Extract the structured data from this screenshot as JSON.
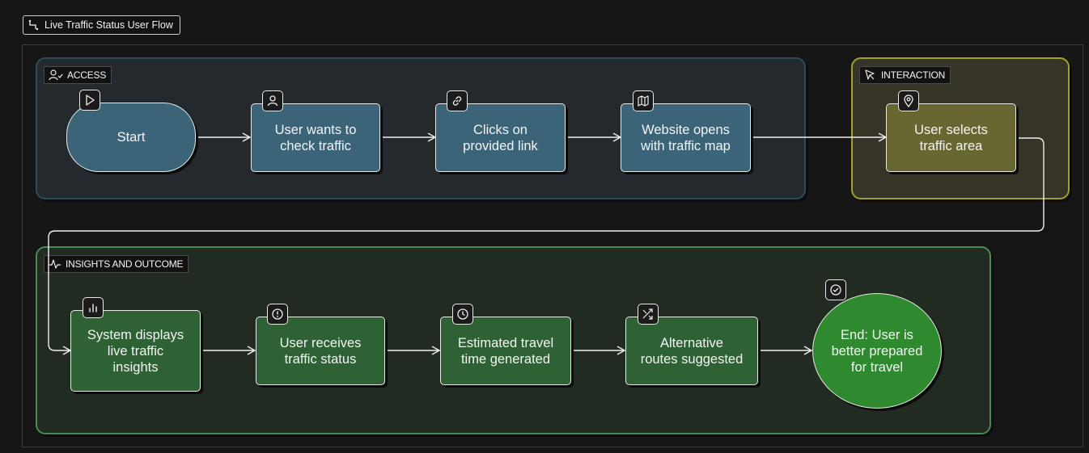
{
  "title": "Live Traffic Status User Flow",
  "colors": {
    "background": "#161616",
    "access_fill": "#3b6478",
    "interaction_fill": "#686631",
    "insights_fill": "#2e6133",
    "end_fill": "#2f8a2f"
  },
  "groups": {
    "access": {
      "label": "ACCESS",
      "icon": "user-check-icon"
    },
    "interaction": {
      "label": "INTERACTION",
      "icon": "cursor-icon"
    },
    "insights": {
      "label": "INSIGHTS AND OUTCOME",
      "icon": "activity-icon"
    }
  },
  "nodes": {
    "start": {
      "label": "Start",
      "icon": "play-icon"
    },
    "want": {
      "label": "User wants to\ncheck traffic",
      "icon": "user-icon"
    },
    "click": {
      "label": "Clicks on\nprovided link",
      "icon": "link-icon"
    },
    "site": {
      "label": "Website opens\nwith traffic map",
      "icon": "map-icon"
    },
    "select": {
      "label": "User selects\ntraffic area",
      "icon": "map-pin-icon"
    },
    "display": {
      "label": "System displays\nlive traffic\ninsights",
      "icon": "bar-chart-icon"
    },
    "receive": {
      "label": "User receives\ntraffic status",
      "icon": "alert-circle-icon"
    },
    "time": {
      "label": "Estimated travel\ntime generated",
      "icon": "clock-icon"
    },
    "routes": {
      "label": "Alternative\nroutes suggested",
      "icon": "shuffle-icon"
    },
    "end": {
      "label": "End: User is\nbetter prepared\nfor travel",
      "icon": "check-circle-icon"
    }
  }
}
